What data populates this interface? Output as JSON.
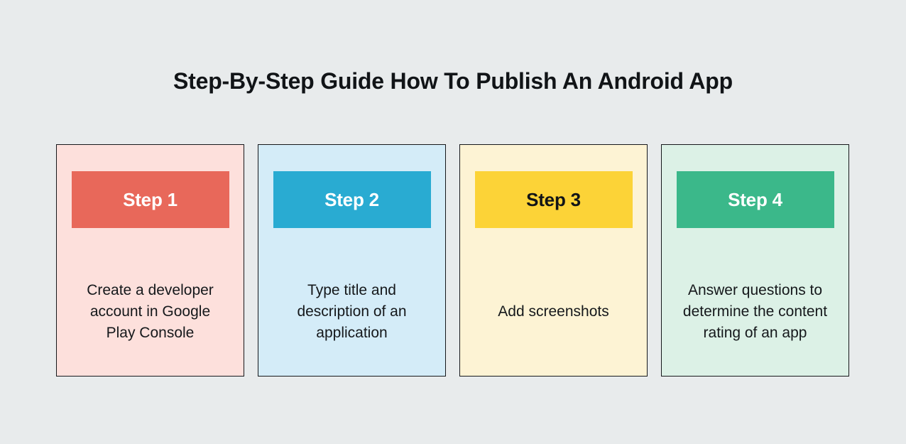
{
  "page": {
    "background_color": "#e8ebec",
    "title": "Step-By-Step Guide How To Publish An Android App",
    "title_color": "#111417"
  },
  "cards": [
    {
      "badge_label": "Step 1",
      "body_text": "Create a developer account in Google Play Console",
      "card_bg": "#fde0dc",
      "badge_bg": "#e8685a",
      "badge_text_color": "#ffffff",
      "border_color": "#16181b"
    },
    {
      "badge_label": "Step 2",
      "body_text": "Type title and description of an application",
      "card_bg": "#d4ecf8",
      "badge_bg": "#29abd2",
      "badge_text_color": "#ffffff",
      "border_color": "#16181b"
    },
    {
      "badge_label": "Step 3",
      "body_text": "Add screenshots",
      "card_bg": "#fdf3d4",
      "badge_bg": "#fcd337",
      "badge_text_color": "#111417",
      "border_color": "#16181b"
    },
    {
      "badge_label": "Step 4",
      "body_text": "Answer questions to determine the content rating of an app",
      "card_bg": "#dcf1e6",
      "badge_bg": "#3bb88a",
      "badge_text_color": "#ffffff",
      "border_color": "#16181b"
    }
  ]
}
